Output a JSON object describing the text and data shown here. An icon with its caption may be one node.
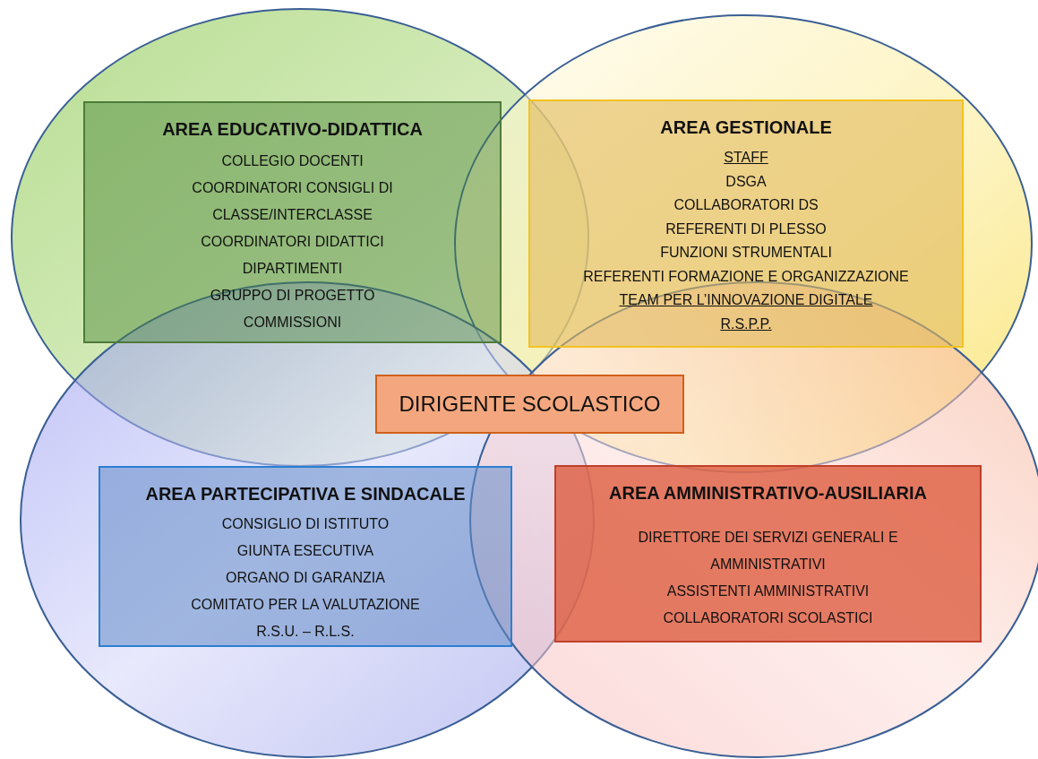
{
  "diagram": {
    "nodes": [
      {
        "text": [
          "AREA EDUCATIVO-DIDATTICA",
          "COLLEGIO DOCENTI",
          "COORDINATORI CONSIGLI DI CLASSE/INTERCLASSE",
          "COORDINATORI DIDATTICI",
          "DIPARTIMENTI",
          "GRUPPO DI PROGETTO",
          "COMMISSIONI"
        ]
      },
      {
        "text": [
          "AREA GESTIONALE",
          "STAFF",
          "DSGA",
          "COLLABORATORI DS",
          "REFERENTI DI PLESSO",
          "FUNZIONI STRUMENTALI",
          "REFERENTI FORMAZIONE E ORGANIZZAZIONE",
          "TEAM PER L’INNOVAZIONE DIGITALE",
          "R.S.P.P."
        ]
      },
      {
        "text": [
          "DIRIGENTE SCOLASTICO"
        ]
      },
      {
        "text": [
          "AREA PARTECIPATIVA E SINDACALE",
          "CONSIGLIO DI ISTITUTO",
          "GIUNTA ESECUTIVA",
          "ORGANO DI GARANZIA",
          "COMITATO PER LA VALUTAZIONE",
          "R.S.U. – R.L.S."
        ]
      },
      {
        "text": [
          "AREA AMMINISTRATIVO-AUSILIARIA",
          "DIRETTORE DEI SERVIZI GENERALI E AMMINISTRATIVI",
          "ASSISTENTI AMMINISTRATIVI",
          "COLLABORATORI SCOLASTICI"
        ]
      }
    ]
  }
}
